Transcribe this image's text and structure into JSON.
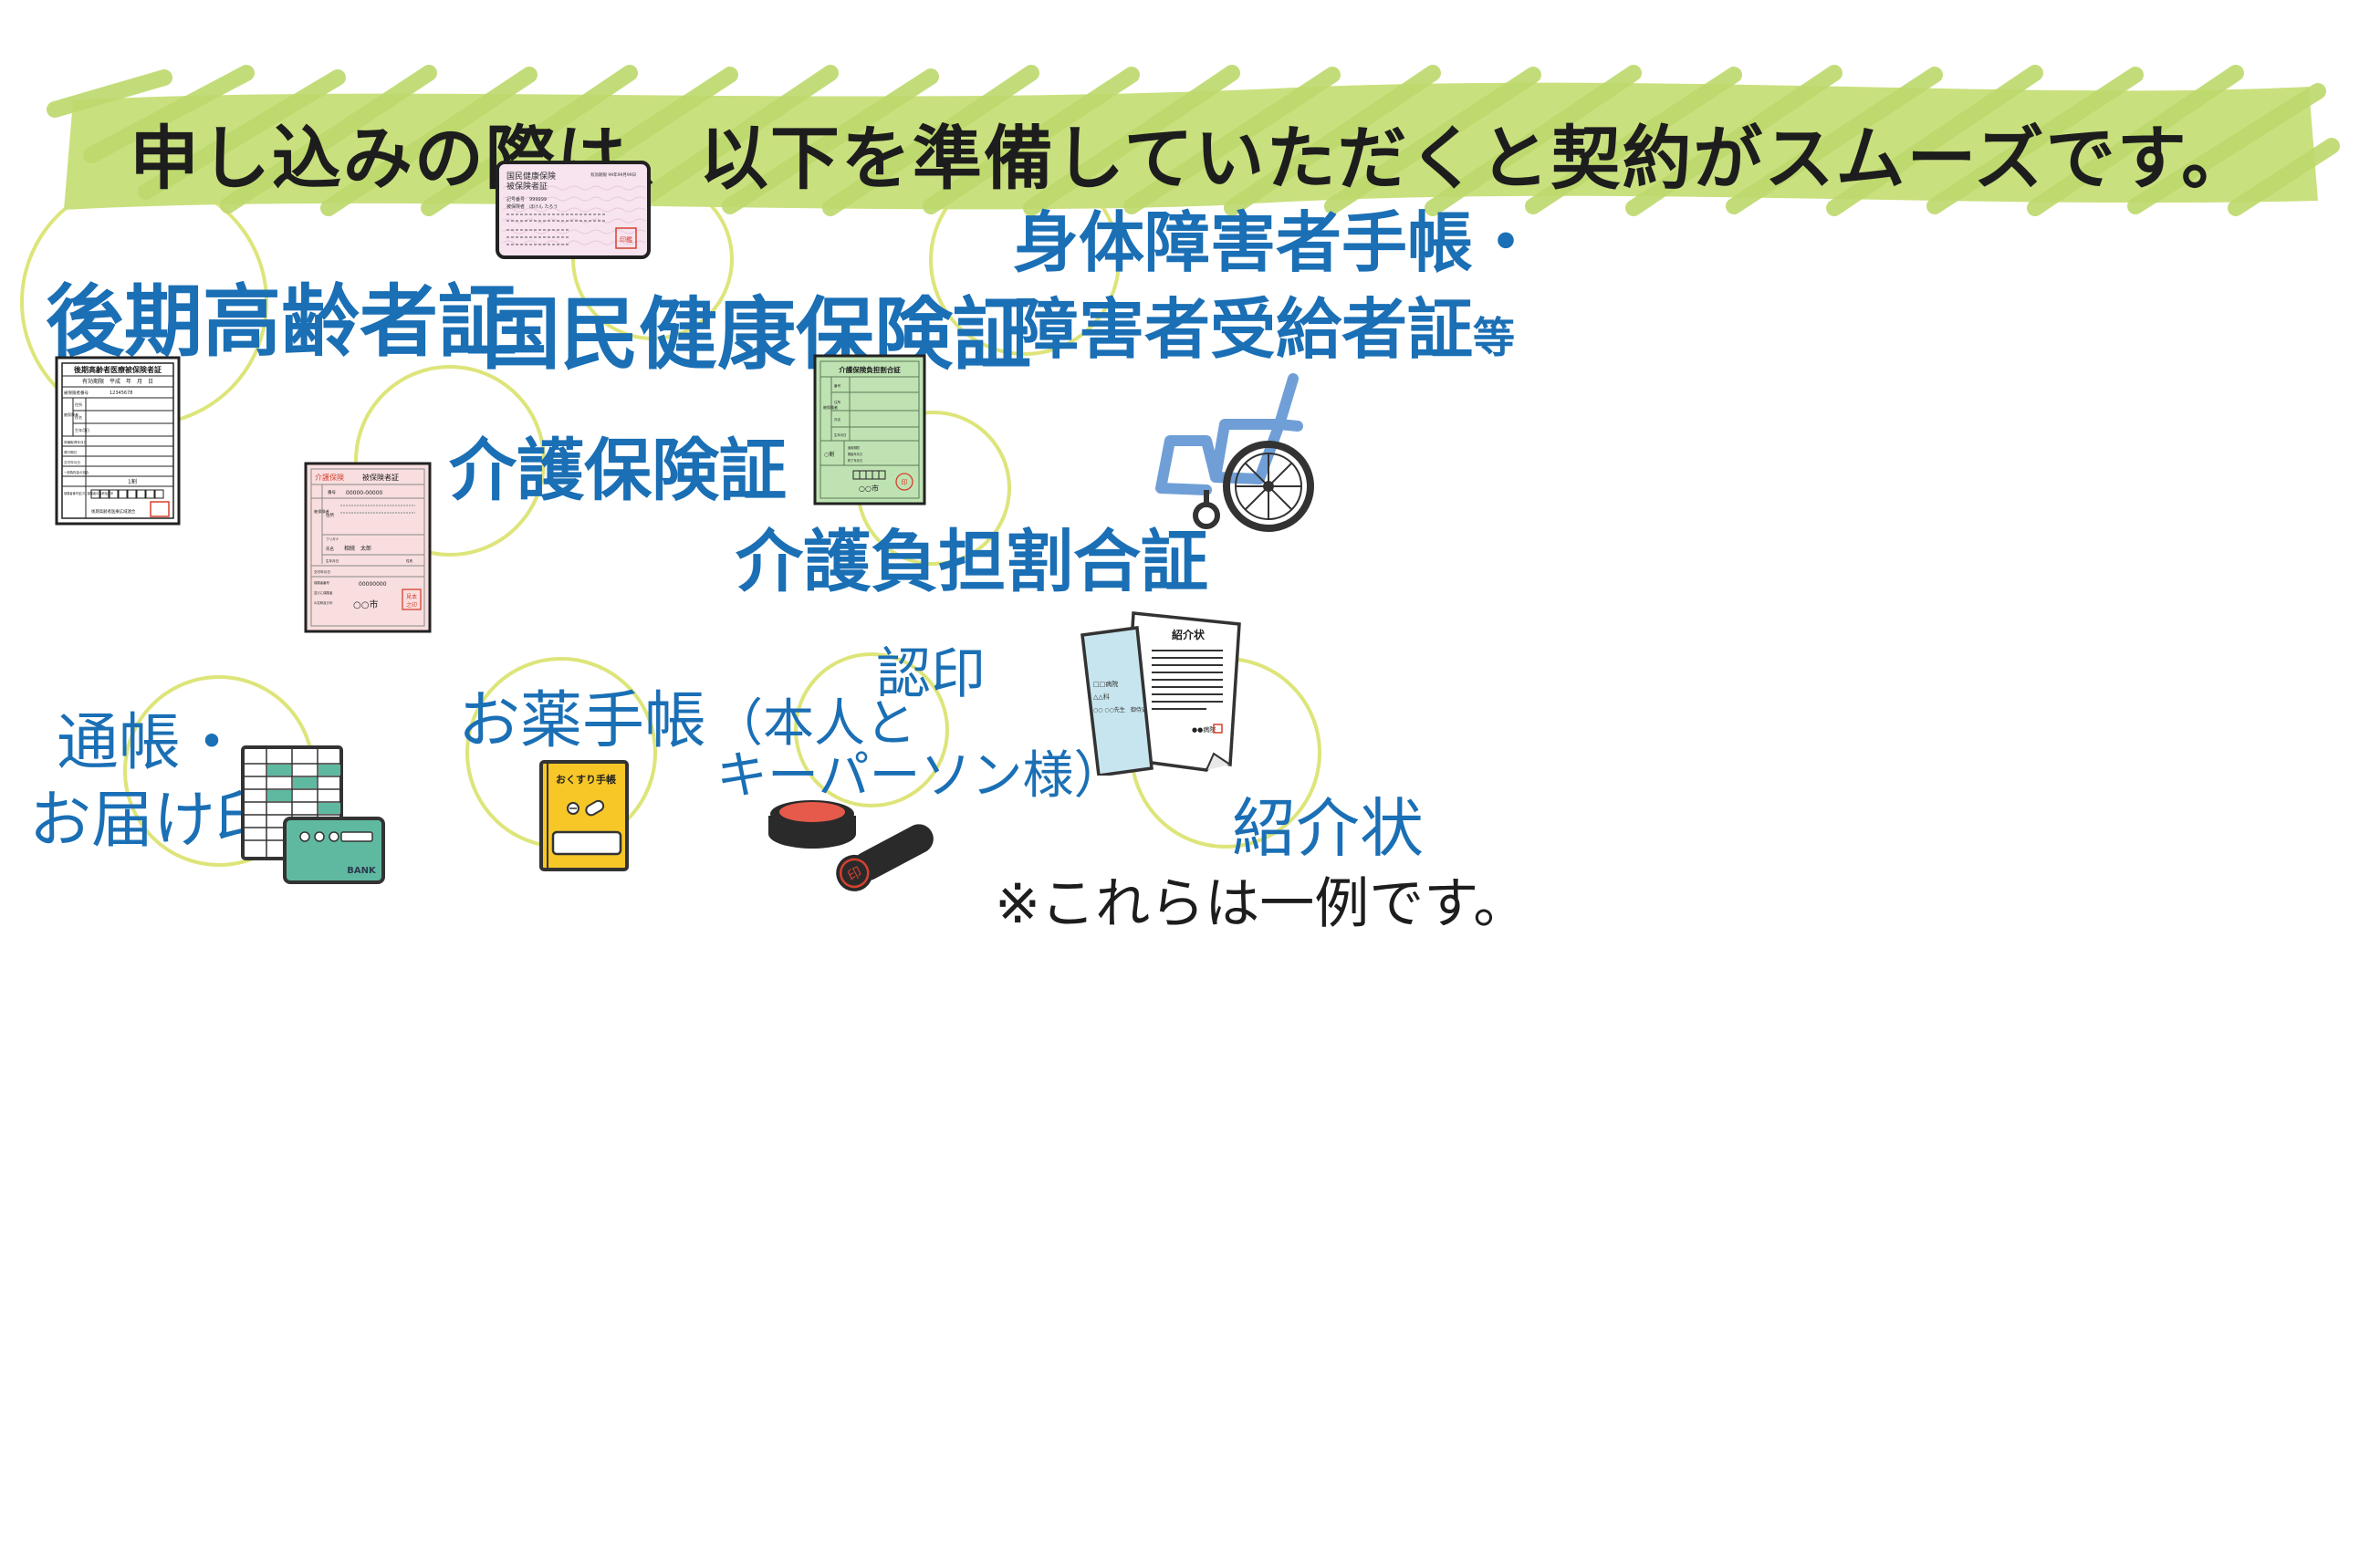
{
  "header": {
    "title": "申し込みの際は、以下を準備していただくと契約がスムーズです。"
  },
  "items": {
    "kouki": {
      "label": "後期高齢者証"
    },
    "kokumin": {
      "label": "国民健康保険証"
    },
    "shintai": {
      "line1": "身体障害者手帳・",
      "line2_main": "障害者受給者証",
      "line2_suffix": "等"
    },
    "kaigo": {
      "label": "介護保険証"
    },
    "futan": {
      "label": "介護負担割合証"
    },
    "tsucho": {
      "line1": "通帳・",
      "line2": "お届け印"
    },
    "okusuri": {
      "label": "お薬手帳"
    },
    "ninin": {
      "line1": "認印",
      "line2": "（本人と",
      "line3": "キーパーソン様）"
    },
    "shokai": {
      "label": "紹介状"
    }
  },
  "cards": {
    "kouki": {
      "title": "後期高齢者医療被保険者証",
      "validity": "有効期限　平成　年　月　日",
      "number_label": "被保険者番号",
      "number": "12345678",
      "rows": [
        "住所",
        "氏名",
        "生年月日",
        "資格取得年月日",
        "発行期日",
        "交付年月日",
        "一部負担金の割合",
        "保険者番号並びに保険者の名称及び印"
      ],
      "side_label": "被保険者",
      "ratio": "1割",
      "issuer": "後期高齢者医療広域連合"
    },
    "kokumin": {
      "title1": "国民健康保険",
      "title2": "被保険者証",
      "validity": "有効期限 99年99月99日",
      "number_line": "記号番号　999999",
      "name_line": "被保険者　ほけん たろう",
      "stamp": "印鑑"
    },
    "kaigo": {
      "title_red": "介護保険",
      "title_black": "被保険者証",
      "number_label": "番号",
      "number": "00000-00000",
      "side_label": "被保険者",
      "address_label": "住所",
      "furigana_label": "フリガナ",
      "name_label": "氏名",
      "name": "相続　太郎",
      "birth_label": "生年月日",
      "gender_label": "性別",
      "issue_label": "交付年月日",
      "insurer_rows": [
        "保険者番号",
        "並びに保険者",
        "の名称及び印"
      ],
      "insurer_number": "00000000",
      "city": "○○市",
      "stamp1": "見本",
      "stamp2": "之印"
    },
    "futan": {
      "title": "介護保険負担割合証",
      "side_label": "被保険者",
      "rows": [
        "番号",
        "住所",
        "氏名",
        "生年月日"
      ],
      "ratio_label": "○割",
      "period_rows": [
        "適用期間",
        "開始年月日",
        "終了年月日"
      ],
      "city": "○○市",
      "stamp": "印"
    },
    "shokai": {
      "letter_title": "紹介状",
      "hospital_mark": "●●病院",
      "envelope_lines": [
        "□□病院",
        "△△科",
        "○○ ○○先生　御侍史"
      ]
    },
    "okusuri": {
      "title": "おくすり手帳"
    },
    "bank": {
      "label": "BANK"
    },
    "hanko": {
      "char": "印"
    }
  },
  "footer": {
    "note": "※これらは一例です。"
  },
  "colors": {
    "blue": "#1a6fb5",
    "banner_green": "#c9e07e",
    "circle_green": "#dde57a",
    "kaigo_pink": "#f8dede",
    "futan_green": "#bfe2b3",
    "okusuri_yellow": "#f6c726",
    "bank_teal": "#5fb9a1",
    "stamp_red": "#d6402f",
    "wheelchair_blue": "#6f9fd6"
  }
}
